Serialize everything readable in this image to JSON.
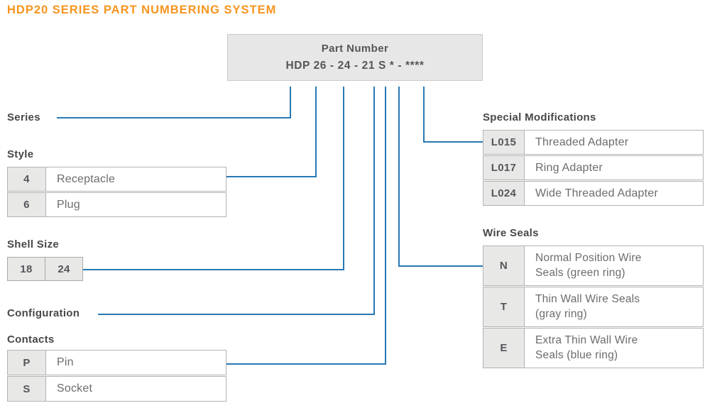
{
  "title": "HDP20 SERIES PART NUMBERING SYSTEM",
  "part_number_box": {
    "heading": "Part Number",
    "value": "HDP 26 - 24 - 21 S * - ****"
  },
  "series": {
    "label": "Series"
  },
  "style": {
    "label": "Style",
    "rows": [
      {
        "code": "4",
        "desc": "Receptacle"
      },
      {
        "code": "6",
        "desc": "Plug"
      }
    ]
  },
  "shell_size": {
    "label": "Shell Size",
    "codes": [
      "18",
      "24"
    ]
  },
  "configuration": {
    "label": "Configuration"
  },
  "contacts": {
    "label": "Contacts",
    "rows": [
      {
        "code": "P",
        "desc": "Pin"
      },
      {
        "code": "S",
        "desc": "Socket"
      }
    ]
  },
  "special_modifications": {
    "label": "Special Modifications",
    "rows": [
      {
        "code": "L015",
        "desc": "Threaded Adapter"
      },
      {
        "code": "L017",
        "desc": "Ring Adapter"
      },
      {
        "code": "L024",
        "desc": "Wide Threaded Adapter"
      }
    ]
  },
  "wire_seals": {
    "label": "Wire Seals",
    "rows": [
      {
        "code": "N",
        "desc": "Normal Position Wire\nSeals (green ring)"
      },
      {
        "code": "T",
        "desc": "Thin Wall Wire Seals\n(gray ring)"
      },
      {
        "code": "E",
        "desc": "Extra Thin Wall Wire\nSeals (blue ring)"
      }
    ]
  },
  "colors": {
    "title_orange": "#f7941e",
    "connector_blue": "#2779b5",
    "cell_gray": "#e8e8e7",
    "border_gray": "#b3b3b3",
    "label_text": "#47484b",
    "body_text": "#6b6c6f"
  }
}
